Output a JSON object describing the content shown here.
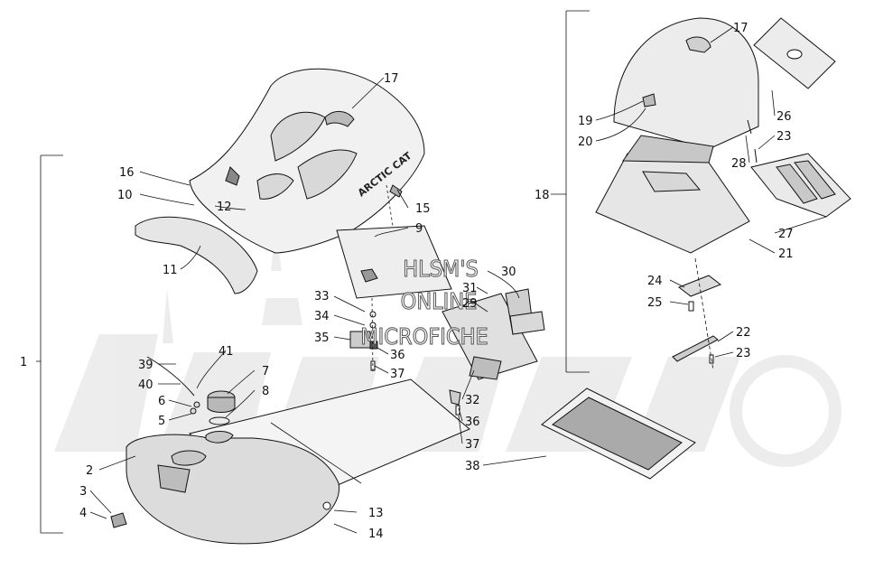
{
  "watermark": {
    "lines": [
      "HLSM'S",
      "ONLINE",
      "MICROFICHE"
    ],
    "brand": "ArcticCat"
  },
  "seat_brand_text": "ARCTIC CAT",
  "labels": {
    "l1": "1",
    "l2": "2",
    "l3": "3",
    "l4": "4",
    "l5": "5",
    "l6": "6",
    "l7": "7",
    "l8": "8",
    "l9": "9",
    "l10": "10",
    "l11": "11",
    "l12": "12",
    "l13": "13",
    "l14": "14",
    "l15": "15",
    "l16": "16",
    "l17a": "17",
    "l17b": "17",
    "l18": "18",
    "l19": "19",
    "l20": "20",
    "l21": "21",
    "l22": "22",
    "l23a": "23",
    "l23b": "23",
    "l24": "24",
    "l25": "25",
    "l26": "26",
    "l27": "27",
    "l28": "28",
    "l29": "29",
    "l30": "30",
    "l31": "31",
    "l32": "32",
    "l33": "33",
    "l34": "34",
    "l35": "35",
    "l36a": "36",
    "l36b": "36",
    "l37a": "37",
    "l37b": "37",
    "l38": "38",
    "l39": "39",
    "l40": "40",
    "l41": "41"
  }
}
